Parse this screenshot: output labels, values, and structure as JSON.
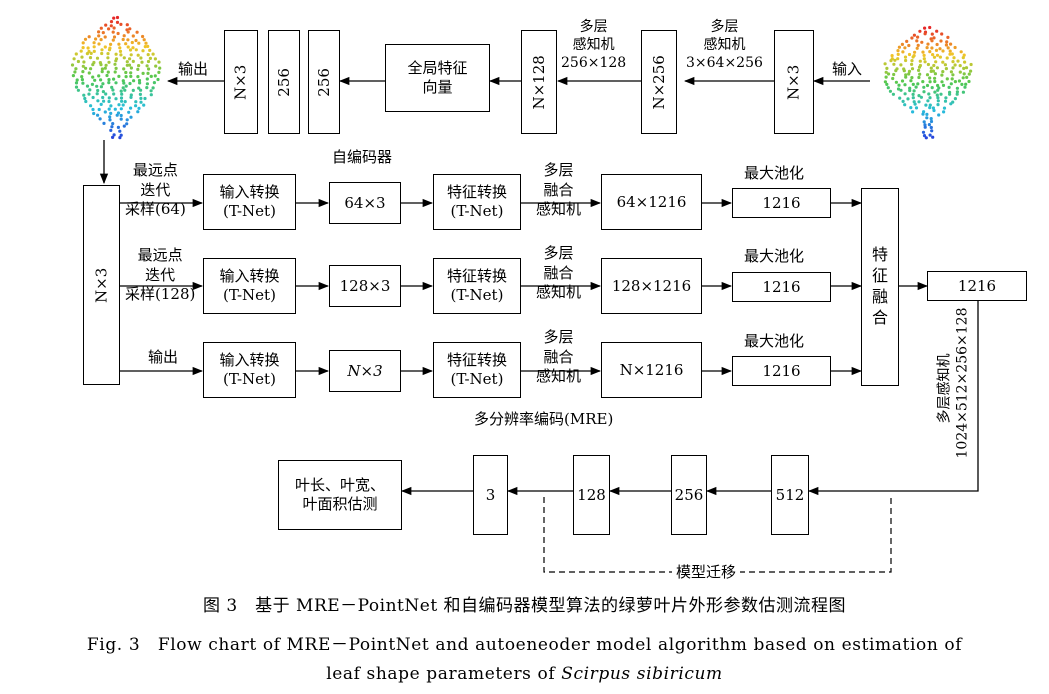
{
  "top_row": {
    "output_label": "输出",
    "input_label": "输入",
    "box_n3_left": "N×3",
    "box_256_a": "256",
    "box_256_b": "256",
    "global_feature": [
      "全局特征",
      "向量"
    ],
    "box_n128": "N×128",
    "mlp_left_label": [
      "多层",
      "感知机",
      "256×128"
    ],
    "box_n256": "N×256",
    "mlp_right_label": [
      "多层",
      "感知机",
      "3×64×256"
    ],
    "box_n3_right": "N×3"
  },
  "middle": {
    "big_left_box": "N×3",
    "autoencoder_label": "自编码器",
    "rows": [
      {
        "branch_label": [
          "最远点",
          "迭代",
          "采样(64)"
        ],
        "input_transform": [
          "输入转换",
          "(T-Net)"
        ],
        "size_box": "64×3",
        "feature_transform": [
          "特征转换",
          "(T-Net)"
        ],
        "mlp_label": [
          "多层",
          "融合",
          "感知机"
        ],
        "fused_box": "64×1216",
        "pool_label": "最大池化",
        "pool_box": "1216"
      },
      {
        "branch_label": [
          "最远点",
          "迭代",
          "采样(128)"
        ],
        "input_transform": [
          "输入转换",
          "(T-Net)"
        ],
        "size_box": "128×3",
        "feature_transform": [
          "特征转换",
          "(T-Net)"
        ],
        "mlp_label": [
          "多层",
          "融合",
          "感知机"
        ],
        "fused_box": "128×1216",
        "pool_label": "最大池化",
        "pool_box": "1216"
      },
      {
        "branch_label": [
          "输出"
        ],
        "input_transform": [
          "输入转换",
          "(T-Net)"
        ],
        "size_box": "N×3",
        "feature_transform": [
          "特征转换",
          "(T-Net)"
        ],
        "mlp_label": [
          "多层",
          "融合",
          "感知机"
        ],
        "fused_box": "N×1216",
        "pool_label": "最大池化",
        "pool_box": "1216"
      }
    ],
    "fusion_box": [
      "特",
      "征",
      "融",
      "合"
    ],
    "fusion_out_box": "1216",
    "mre_label": "多分辨率编码(MRE)",
    "mlp_vertical_label": [
      "多层感知机",
      "1024×512×256×128"
    ]
  },
  "bottom_row": {
    "result_box": [
      "叶长、叶宽、",
      "叶面积估测"
    ],
    "box_3": "3",
    "box_128": "128",
    "box_256": "256",
    "box_512": "512",
    "transfer_label": "模型迁移"
  },
  "caption": {
    "cn": "图 3　基于 MRE－PointNet 和自编码器模型算法的绿萝叶片外形参数估测流程图",
    "en_line1": "Fig. 3　Flow chart of MRE－PointNet and autoeneoder model algorithm based on estimation of",
    "en_line2_prefix": "leaf shape parameters of ",
    "en_line2_italic": "Scirpus sibiricum"
  }
}
